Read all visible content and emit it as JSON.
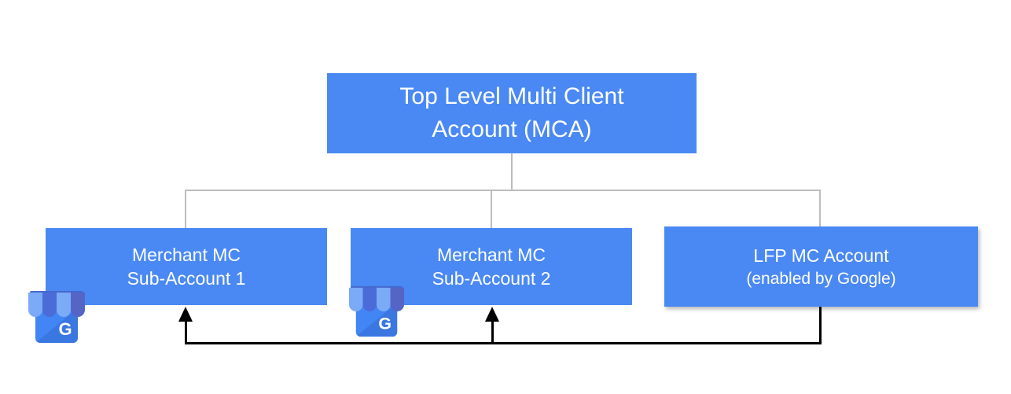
{
  "diagram": {
    "colors": {
      "node_fill": "#4A89F4",
      "node_text": "#FFFFFF",
      "tree_line": "#BDBDBD",
      "flow_line": "#000000",
      "canvas_bg": "#FFFFFF"
    },
    "nodes": {
      "root": {
        "lines": [
          "Top Level Multi Client",
          "Account (MCA)"
        ]
      },
      "sub1": {
        "lines": [
          "Merchant MC",
          "Sub-Account 1"
        ]
      },
      "sub2": {
        "lines": [
          "Merchant MC",
          "Sub-Account 2"
        ]
      },
      "lfp": {
        "lines": [
          "LFP MC Account",
          "(enabled by Google)"
        ]
      }
    },
    "icon": {
      "semantic": "google-my-business-icon",
      "letter": "G"
    }
  }
}
